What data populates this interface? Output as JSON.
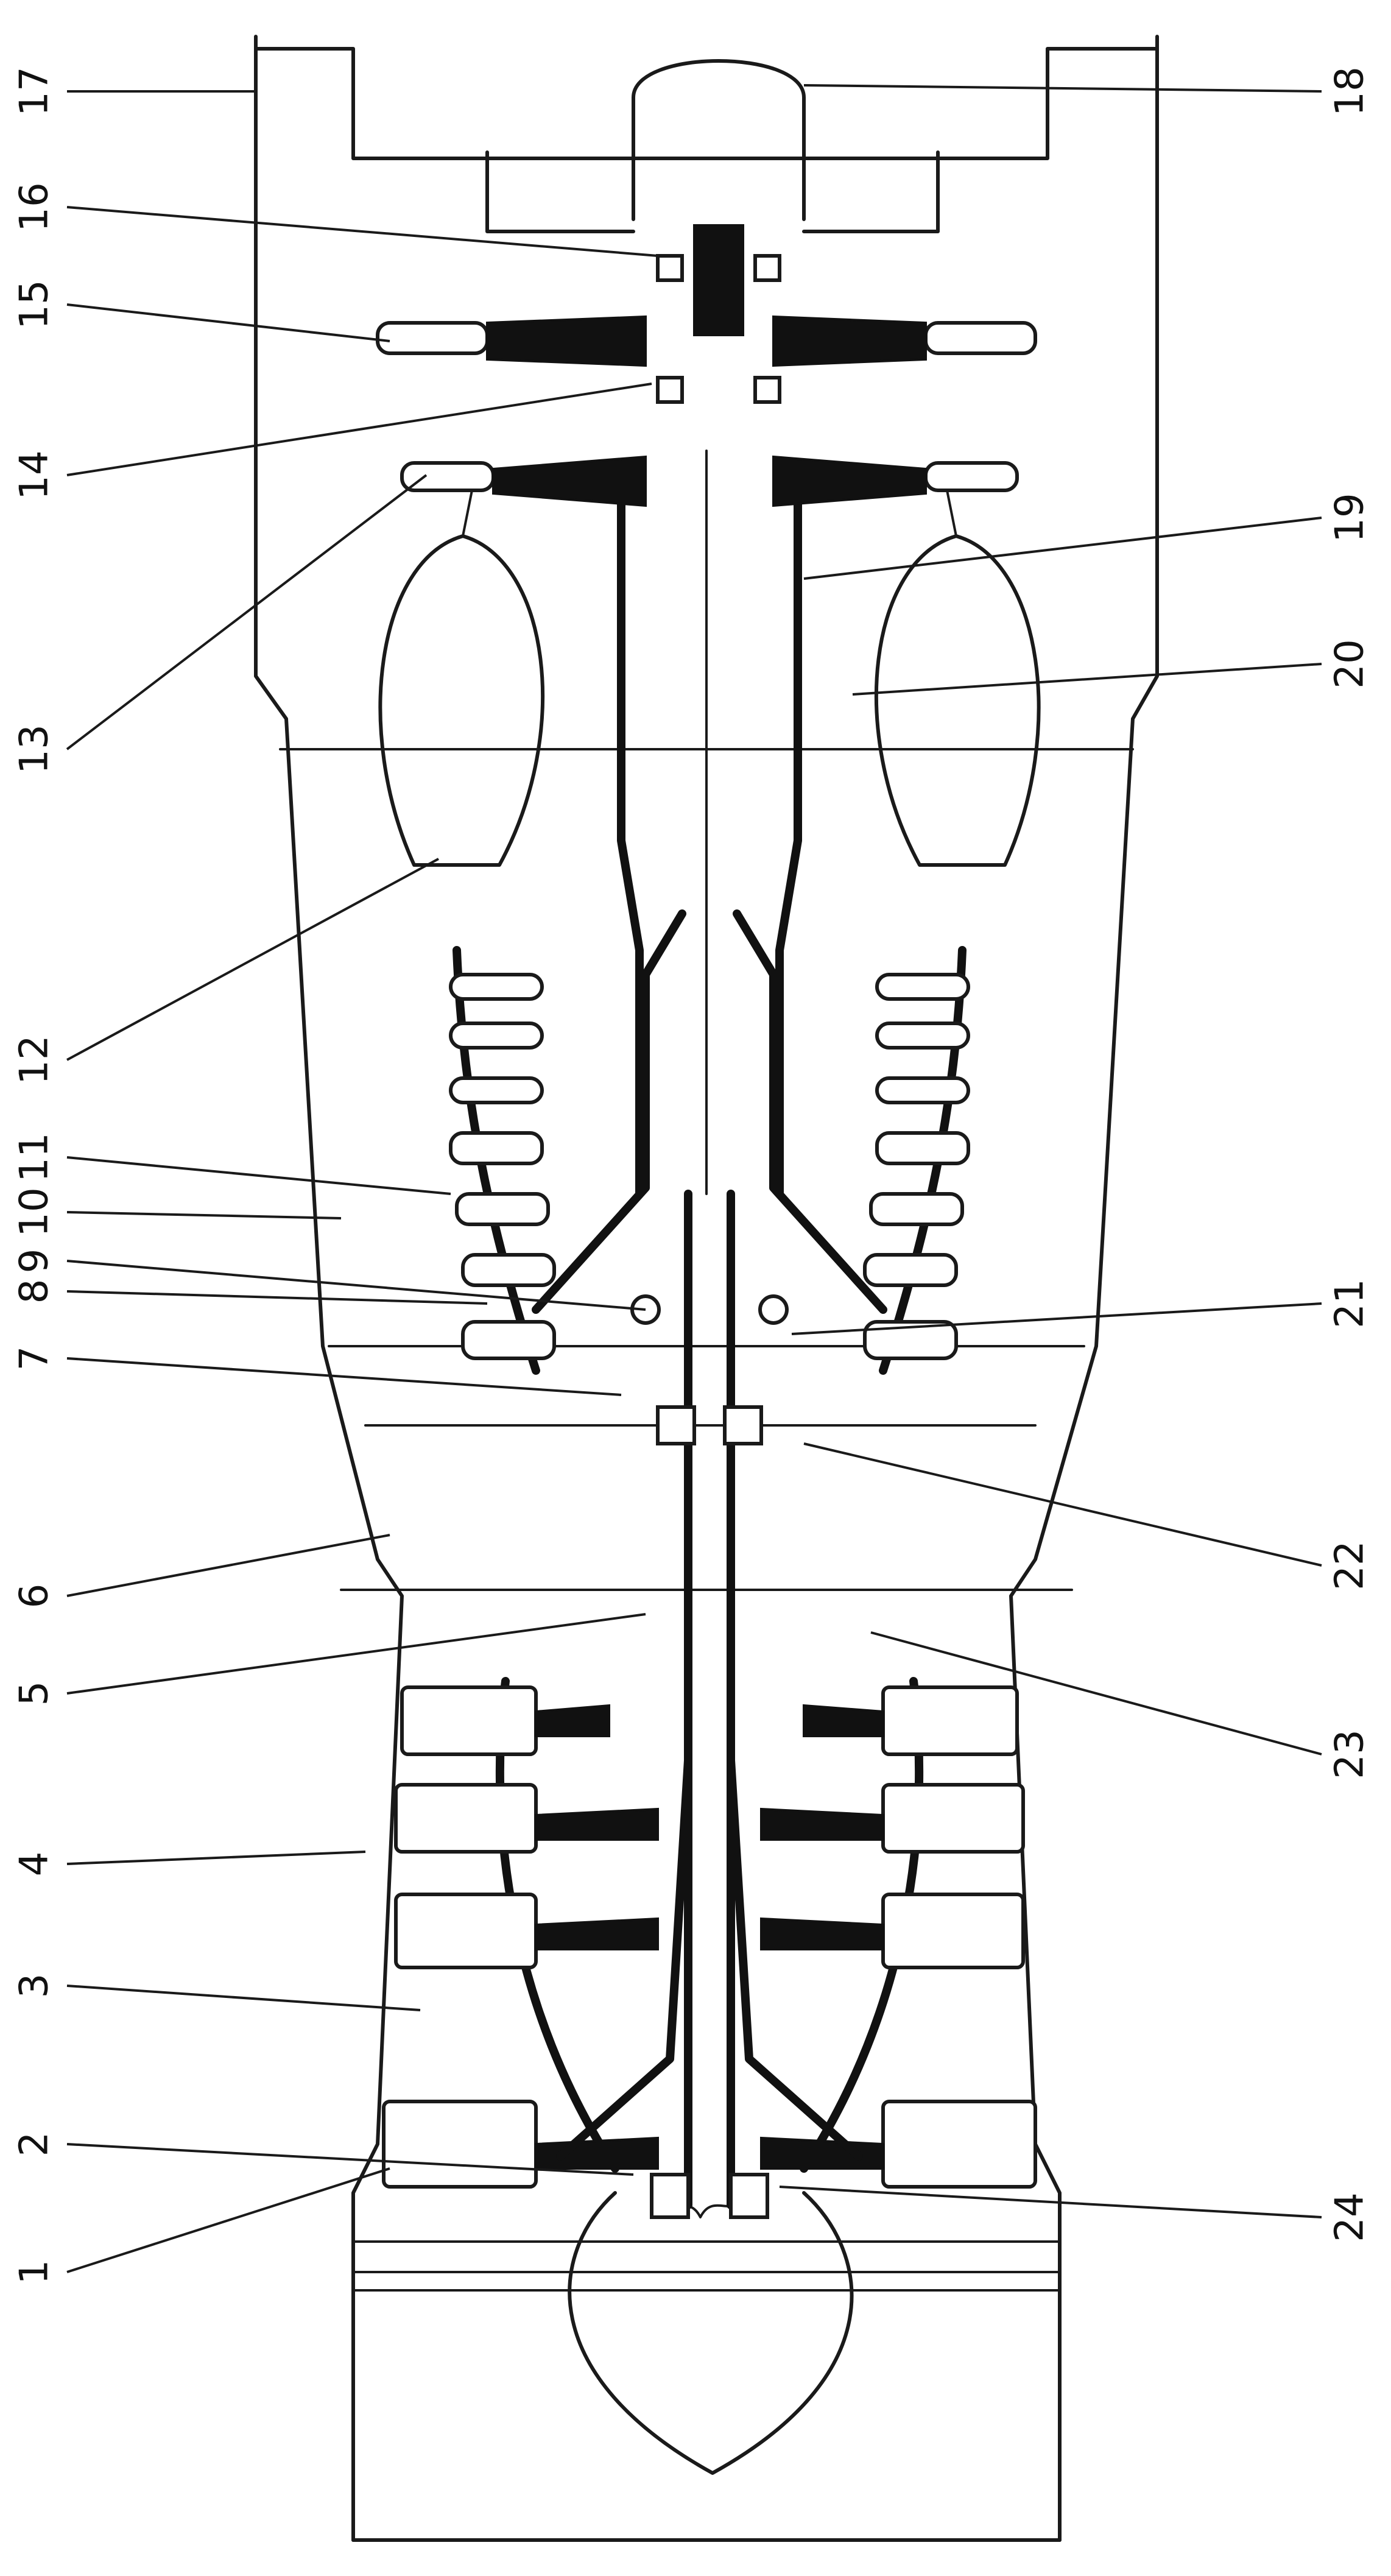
{
  "diagram": {
    "labels_left": [
      {
        "id": "1",
        "text": "1"
      },
      {
        "id": "2",
        "text": "2"
      },
      {
        "id": "3",
        "text": "3"
      },
      {
        "id": "4",
        "text": "4"
      },
      {
        "id": "5",
        "text": "5"
      },
      {
        "id": "6",
        "text": "6"
      },
      {
        "id": "7",
        "text": "7"
      },
      {
        "id": "8",
        "text": "8"
      },
      {
        "id": "9",
        "text": "9"
      },
      {
        "id": "10",
        "text": "10"
      },
      {
        "id": "11",
        "text": "11"
      },
      {
        "id": "12",
        "text": "12"
      },
      {
        "id": "13",
        "text": "13"
      },
      {
        "id": "14",
        "text": "14"
      },
      {
        "id": "15",
        "text": "15"
      },
      {
        "id": "16",
        "text": "16"
      },
      {
        "id": "17",
        "text": "17"
      }
    ],
    "labels_right": [
      {
        "id": "18",
        "text": "18"
      },
      {
        "id": "19",
        "text": "19"
      },
      {
        "id": "20",
        "text": "20"
      },
      {
        "id": "21",
        "text": "21"
      },
      {
        "id": "22",
        "text": "22"
      },
      {
        "id": "23",
        "text": "23"
      },
      {
        "id": "24",
        "text": "24"
      }
    ],
    "colors": {
      "line": "#1a1a1a",
      "fill_dark": "#111111",
      "background": "#ffffff"
    }
  }
}
